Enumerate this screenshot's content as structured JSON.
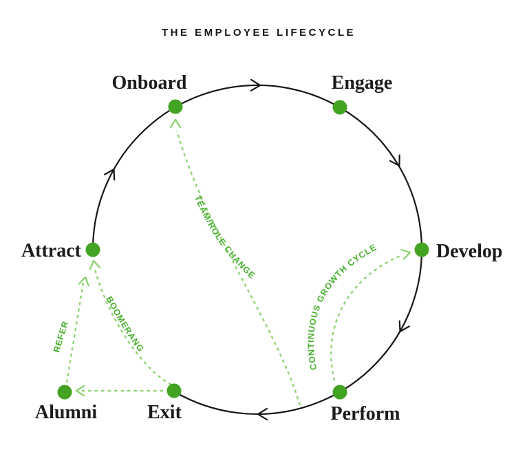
{
  "title": "THE EMPLOYEE LIFECYCLE",
  "colors": {
    "node_dot": "#43a322",
    "cycle_line": "#161616",
    "dashed_line": "#8fd473",
    "flow_label_text": "#45b02a",
    "node_label_text": "#1b1b1b"
  },
  "cycle_sequence": [
    "Attract",
    "Onboard",
    "Engage",
    "Develop",
    "Perform",
    "Exit"
  ],
  "cycle_direction": "clockwise",
  "nodes": [
    {
      "label": "Onboard"
    },
    {
      "label": "Engage"
    },
    {
      "label": "Develop"
    },
    {
      "label": "Perform"
    },
    {
      "label": "Exit"
    },
    {
      "label": "Attract"
    },
    {
      "label": "Alumni"
    }
  ],
  "flows": [
    {
      "label": "TEAM/ROLE CHANGE",
      "from": "bottom of cycle near Perform",
      "to": "Onboard",
      "style": "dashed-green"
    },
    {
      "label": "CONTINUOUS GROWTH CYCLE",
      "from": "Perform",
      "to": "Develop",
      "style": "dashed-green"
    },
    {
      "label": "BOOMERANG",
      "from": "Exit",
      "to": "Attract",
      "style": "dashed-green"
    },
    {
      "label": "REFER",
      "from": "Alumni",
      "to": "Attract",
      "style": "dashed-green"
    },
    {
      "label": "",
      "from": "Exit",
      "to": "Alumni",
      "style": "dashed-green"
    }
  ]
}
